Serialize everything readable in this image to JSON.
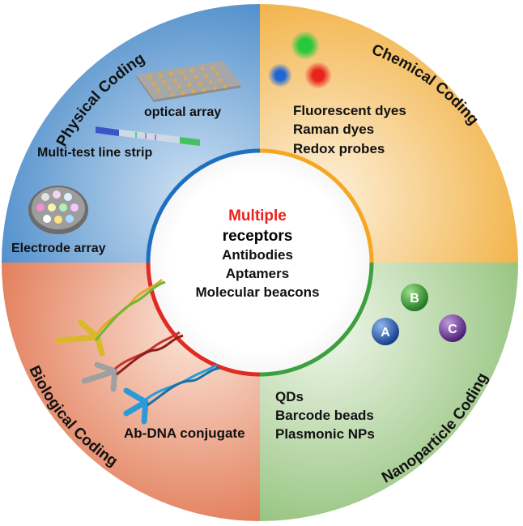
{
  "center": {
    "title": "Multiple",
    "subtitle": "receptors",
    "items": [
      "Antibodies",
      "Aptamers",
      "Molecular beacons"
    ],
    "title_color": "#e8231e"
  },
  "quadrants": {
    "physical": {
      "title": "Physical Coding",
      "labels": {
        "optical_array": "optical array",
        "line_strip": "Multi-test line strip",
        "electrode_array": "Electrode array"
      },
      "colors": {
        "from": "#3f86c8",
        "to": "#bcd7ee"
      }
    },
    "chemical": {
      "title": "Chemical Coding",
      "items": [
        "Fluorescent dyes",
        "Raman dyes",
        "Redox probes"
      ],
      "colors": {
        "from": "#f2b23a",
        "to": "#fbe7c3"
      }
    },
    "nanoparticle": {
      "title": "Nanoparticle Coding",
      "items": [
        "QDs",
        "Barcode beads",
        "Plasmonic NPs"
      ],
      "particles": [
        "A",
        "B",
        "C"
      ],
      "colors": {
        "from": "#8dbf74",
        "to": "#e6f1de"
      }
    },
    "biological": {
      "title": "Biological Coding",
      "labels": {
        "conjugate": "Ab-DNA conjugate"
      },
      "colors": {
        "from": "#e0734c",
        "to": "#f8d9c8"
      }
    }
  },
  "ring_colors": {
    "blue": "#1f6fc0",
    "orange": "#f5a623",
    "green": "#3aa13e",
    "red": "#e02a22"
  }
}
